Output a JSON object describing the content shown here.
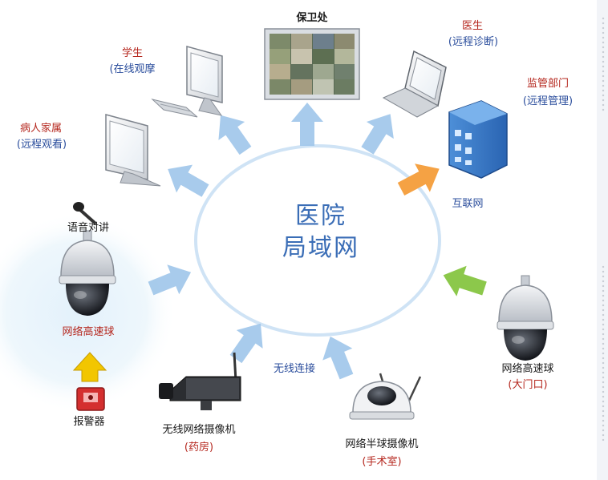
{
  "center": {
    "line1": "医院",
    "line2": "局域网"
  },
  "nodes": {
    "security": {
      "title": "保卫处"
    },
    "student": {
      "title": "学生",
      "subtitle": "(在线观摩"
    },
    "family": {
      "title": "病人家属",
      "subtitle": "(远程观看)"
    },
    "doctor": {
      "title": "医生",
      "subtitle": "(远程诊断)"
    },
    "supervision": {
      "title": "监管部门",
      "subtitle": "(远程管理)"
    },
    "internet": {
      "label": "互联网"
    },
    "voice": {
      "label": "语音对讲"
    },
    "dome_left": {
      "title": "网络高速球"
    },
    "alarm": {
      "label": "报警器"
    },
    "wireless_cam": {
      "title": "无线网络摄像机",
      "subtitle": "(药房)"
    },
    "wireless_link": {
      "label": "无线连接"
    },
    "half_dome": {
      "title": "网络半球摄像机",
      "subtitle": "(手术室)"
    },
    "dome_right": {
      "title": "网络高速球",
      "subtitle": "(大门口)"
    }
  },
  "colors": {
    "ring": "#cfe3f5",
    "title_red": "#b5271e",
    "subtitle_blue": "#2a4d9c",
    "arrow_blue": "#9fc6ea",
    "arrow_orange": "#f5a244",
    "arrow_green": "#8cc84b",
    "arrow_yellow": "#f2c600",
    "center_text": "#3a6db6"
  }
}
